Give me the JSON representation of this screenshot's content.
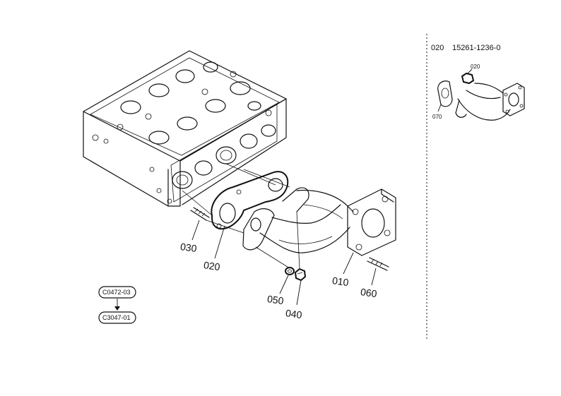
{
  "callouts": {
    "p010": "010",
    "p020": "020",
    "p030": "030",
    "p040": "040",
    "p050": "050",
    "p060": "060"
  },
  "references": {
    "from": "C0472-03",
    "to": "C3047-01"
  },
  "inset": {
    "item": "020",
    "part_number": "15261-1236-0",
    "label_upper": "020",
    "label_lower": "070"
  }
}
